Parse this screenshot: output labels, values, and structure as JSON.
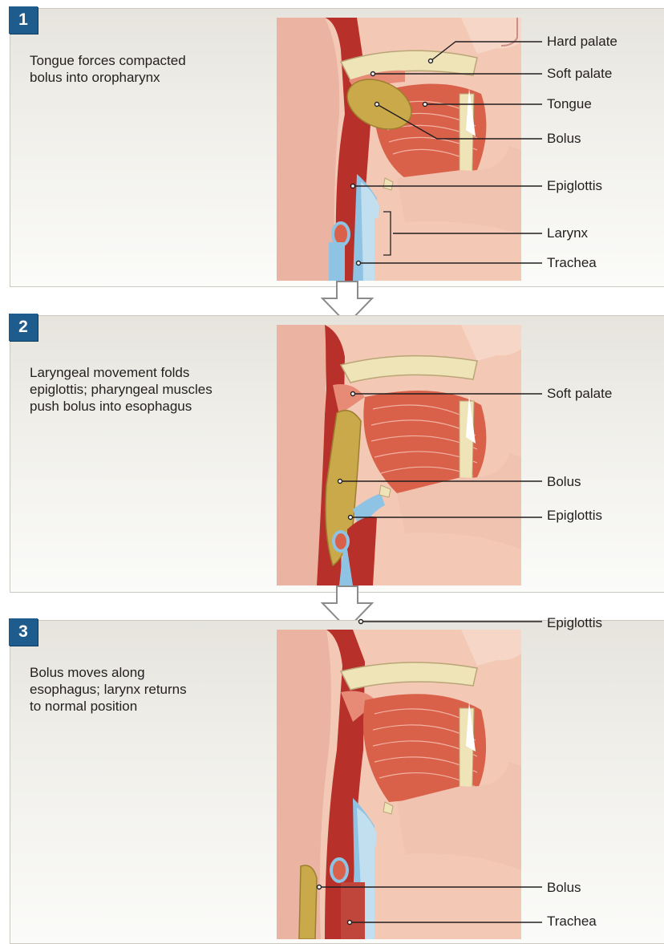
{
  "steps": [
    {
      "number": "1",
      "description": "Tongue forces compacted\nbolus into oropharynx",
      "labels": {
        "hard_palate": "Hard palate",
        "soft_palate": "Soft palate",
        "tongue": "Tongue",
        "bolus": "Bolus",
        "epiglottis": "Epiglottis",
        "larynx": "Larynx",
        "trachea": "Trachea"
      }
    },
    {
      "number": "2",
      "description": "Laryngeal movement folds\nepiglottis; pharyngeal muscles\npush bolus into esophagus",
      "labels": {
        "soft_palate": "Soft palate",
        "bolus": "Bolus",
        "epiglottis": "Epiglottis"
      }
    },
    {
      "number": "3",
      "description": "Bolus moves along\nesophagus; larynx returns\nto normal position",
      "labels": {
        "epiglottis": "Epiglottis",
        "bolus": "Bolus",
        "trachea": "Trachea"
      }
    }
  ],
  "colors": {
    "badge": "#1f5c8e",
    "muscle": "#d9614a",
    "pharynx": "#b8302a",
    "bolus": "#c9a94a",
    "cartilage": "#8fc3e3",
    "skin": "#f3c9b5",
    "bone": "#efe3b8"
  }
}
